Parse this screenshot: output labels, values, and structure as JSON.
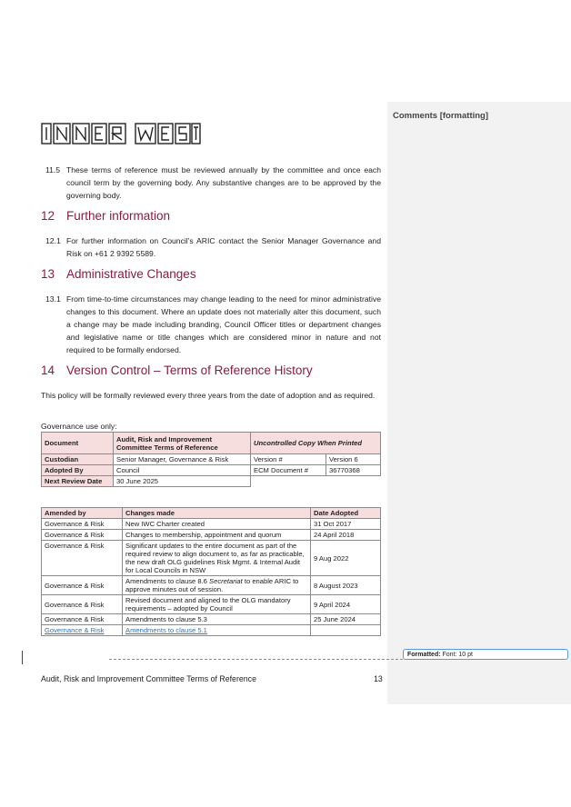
{
  "markup_pane_title": "Comments [formatting]",
  "logo_text": "INNER WEST",
  "clause_11_5": {
    "num": "11.5",
    "text": "These terms of reference must be reviewed annually by the committee and once each council term by the governing body. Any substantive changes are to be approved by the governing body."
  },
  "sec12": {
    "num": "12",
    "title": "Further information",
    "clause_num": "12.1",
    "clause_text": "For further information on Council’s ARIC contact the Senior Manager Governance and Risk on +61 2 9392 5589."
  },
  "sec13": {
    "num": "13",
    "title": "Administrative Changes",
    "clause_num": "13.1",
    "clause_text": "From time-to-time circumstances may change leading to the need for minor administrative changes to this document. Where an update does not materially alter this document, such a change may be made including branding, Council Officer titles or department changes and legislative name or title changes which are considered minor in nature and not required to be formally endorsed."
  },
  "sec14": {
    "num": "14",
    "title": "Version Control – Terms of Reference History",
    "intro": "This policy will be formally reviewed every three years from the date of adoption and as required.",
    "gov_use": "Governance use only:"
  },
  "gov_table": {
    "document_label": "Document",
    "document_value": "Audit, Risk and Improvement Committee Terms of Reference",
    "uncontrolled": "Uncontrolled Copy When Printed",
    "custodian_label": "Custodian",
    "custodian_value": "Senior Manager, Governance & Risk",
    "version_label": "Version #",
    "version_value": "Version 6",
    "adopted_label": "Adopted By",
    "adopted_value": "Council",
    "ecm_label": "ECM Document #",
    "ecm_value": "36770368",
    "next_review_label": "Next Review Date",
    "next_review_value": "30 June 2025"
  },
  "history_table": {
    "headers": [
      "Amended by",
      "Changes made",
      "Date Adopted"
    ],
    "rows": [
      [
        "Governance & Risk",
        "New IWC Charter created",
        "31 Oct 2017"
      ],
      [
        "Governance & Risk",
        "Changes to membership, appointment and quorum",
        "24 April 2018"
      ],
      [
        "Governance & Risk",
        "Significant updates to the entire document as part of the required review to align document to, as far as practicable, the new draft OLG guidelines Risk Mgmt. & Internal Audit for Local Councils in NSW",
        "9 Aug 2022"
      ],
      [
        "Governance & Risk",
        "Amendments to clause 8.6 Secretariat to enable ARIC to approve minutes out of session.",
        "8 August 2023"
      ],
      [
        "Governance & Risk",
        "Revised document and aligned to the OLG mandatory requirements – adopted by Council",
        "9 April 2024"
      ],
      [
        "Governance & Risk",
        "Amendments to clause 5.3",
        "25 June 2024"
      ],
      [
        "Governance & Risk",
        "Amendments to clause 5.1",
        ""
      ]
    ]
  },
  "footer": {
    "title": "Audit, Risk and Improvement Committee Terms of Reference",
    "page": "13"
  },
  "balloon": {
    "label": "Formatted:",
    "text": "Font: 10 pt"
  }
}
